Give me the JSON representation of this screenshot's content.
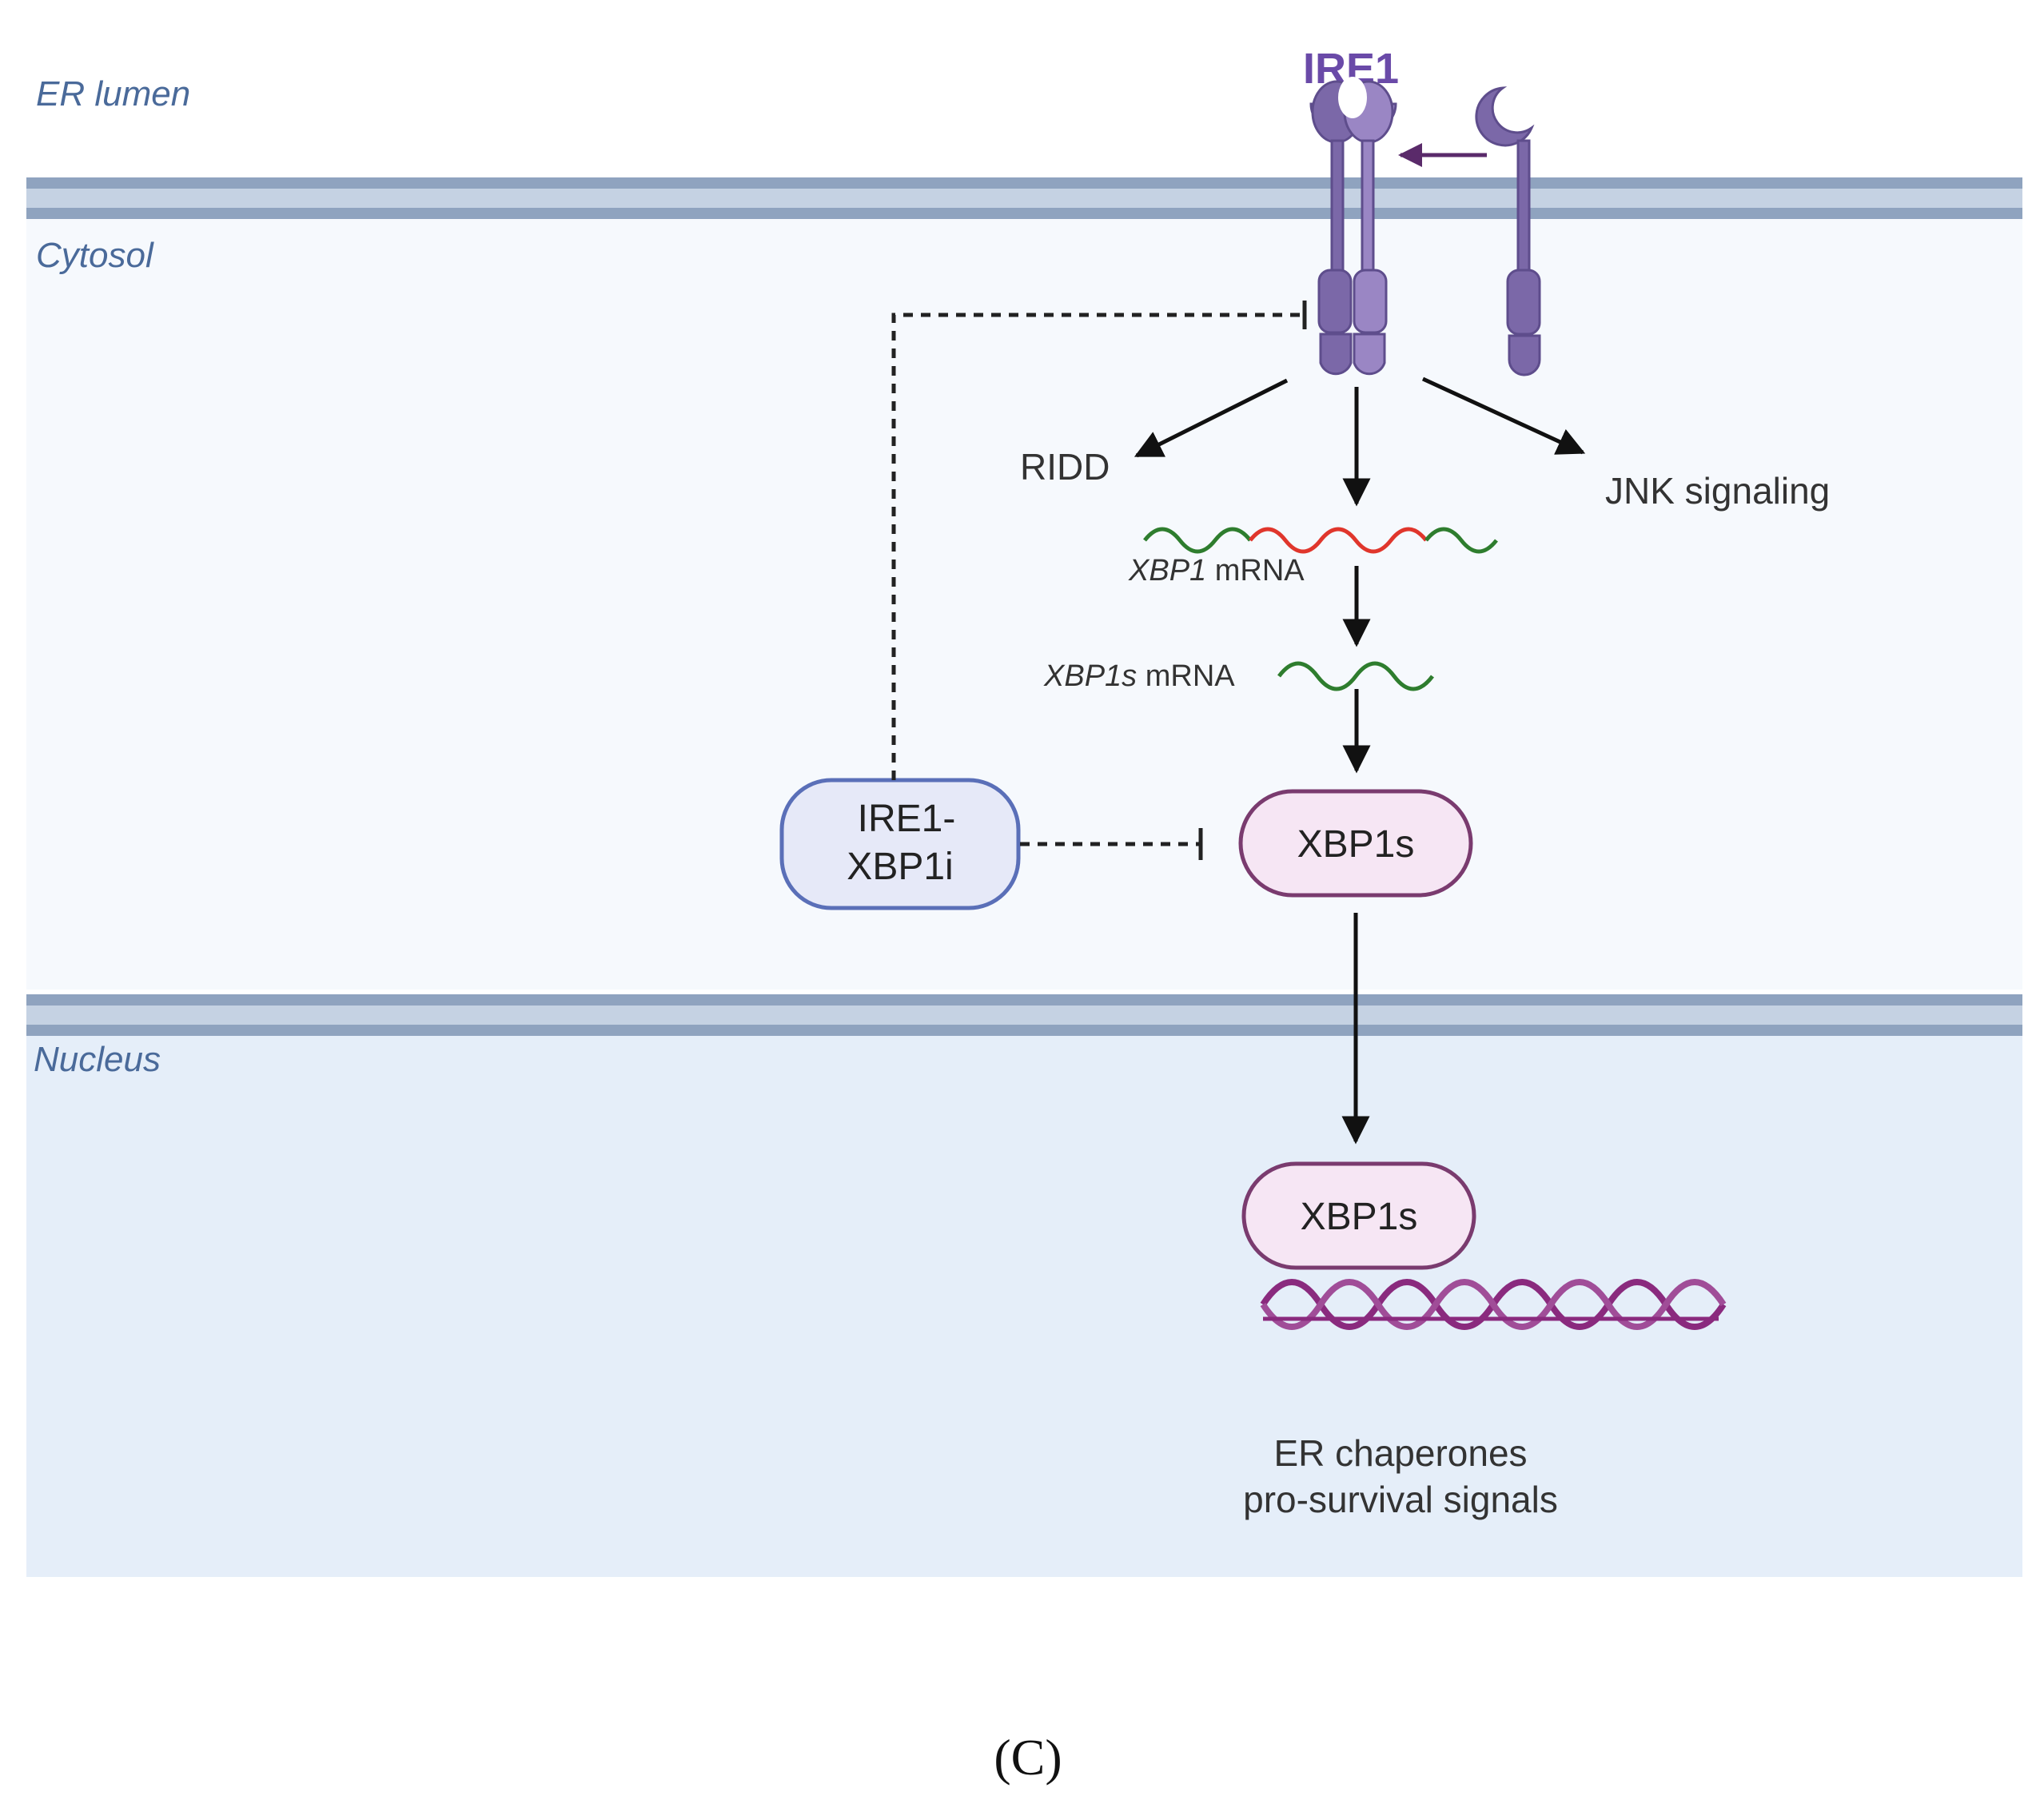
{
  "regions": {
    "er_lumen": "ER lumen",
    "cytosol": "Cytosol",
    "nucleus": "Nucleus"
  },
  "receptor": {
    "title": "IRE1"
  },
  "outputs": {
    "ridd": "RIDD",
    "jnk": "JNK signaling"
  },
  "mrna": {
    "xbp1_gene": "XBP1",
    "xbp1_suffix": " mRNA",
    "xbp1s_gene": "XBP1s",
    "xbp1s_suffix": " mRNA"
  },
  "nodes": {
    "inhibitor_line1": "IRE1-",
    "inhibitor_line2": "XBP1i",
    "xbp1s_cytosol": "XBP1s",
    "xbp1s_nucleus": "XBP1s"
  },
  "nucleus_output": {
    "line1": "ER chaperones",
    "line2": "pro-survival signals"
  },
  "panel_label": "(C)",
  "colors": {
    "receptor": "#7b68a8",
    "membrane": "#8fa3bf",
    "inhibitor_fill": "#e6e9f8",
    "inhibitor_stroke": "#5a6fb8",
    "xbp1s_fill": "#f6e6f4",
    "xbp1s_stroke": "#7a3b6f",
    "dna": "#8a2a7e",
    "mrna_green": "#2e7d2e",
    "mrna_red": "#e0362c"
  }
}
